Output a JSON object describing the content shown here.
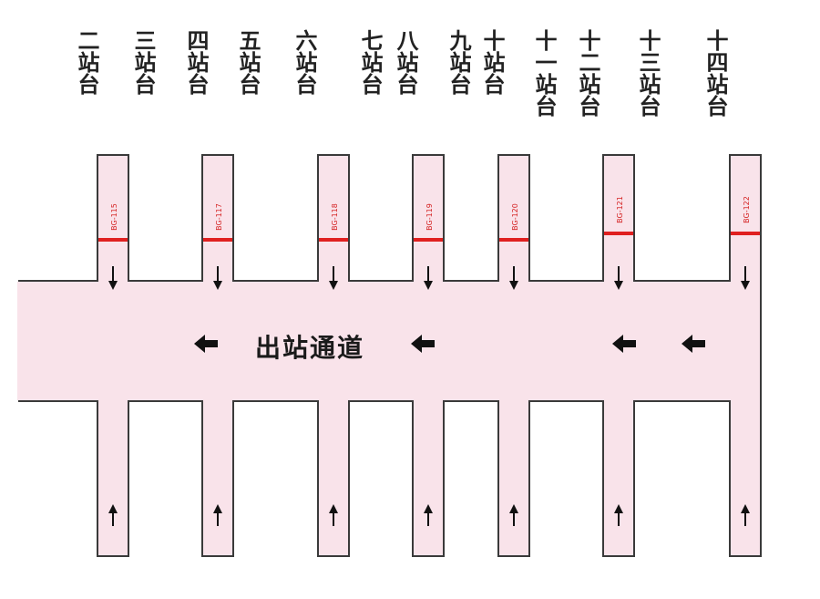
{
  "platform_labels": [
    "二站台",
    "三站台",
    "四站台",
    "五站台",
    "六站台",
    "七站台",
    "八站台",
    "九站台",
    "十站台",
    "十一站台",
    "十二站台",
    "十三站台",
    "十四站台"
  ],
  "corridor": {
    "title": "出站通道"
  },
  "gate_codes": [
    "BG-115",
    "BG-117",
    "BG-118",
    "BG-119",
    "BG-120",
    "BG-121",
    "BG-122"
  ],
  "colors": {
    "corridor_fill": "#f9e3ea",
    "outline": "#3a3a3a",
    "gate_line": "#e02020",
    "gate_text": "#d42020",
    "arrow": "#111111"
  },
  "icons": {
    "down": "arrow-down-icon",
    "up": "arrow-up-icon",
    "left": "arrow-left-icon"
  }
}
